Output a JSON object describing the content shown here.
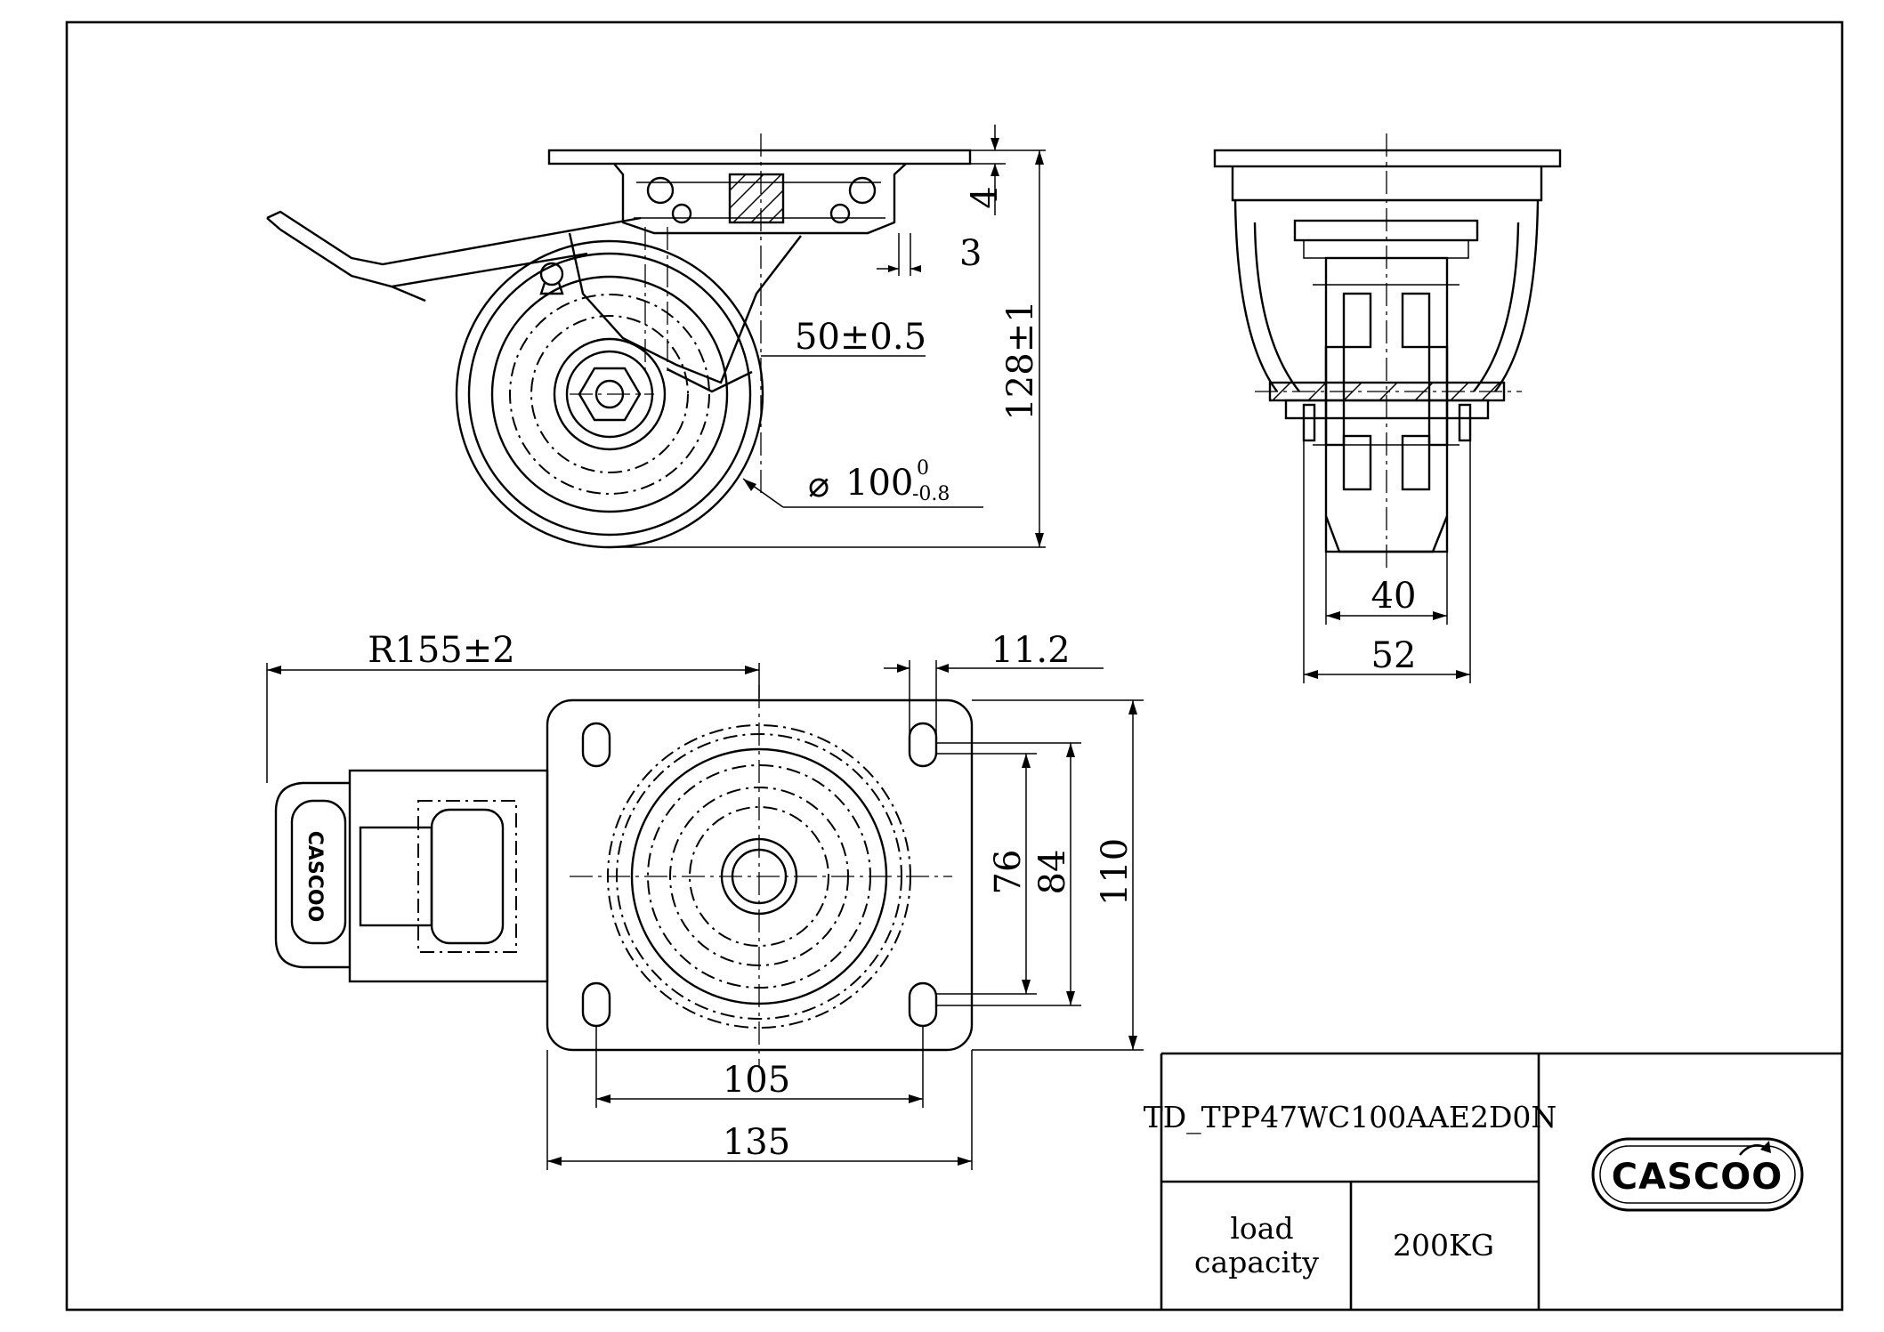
{
  "dimensions": {
    "plate_thickness": "4",
    "raceway_gap": "3",
    "offset": "50±0.5",
    "height": "128±1",
    "wheel_diameter_main": "100",
    "tol_upper": "0",
    "tol_lower": "-0.8",
    "wheel_width": "40",
    "overall_width": "52",
    "swivel_radius": "R155±2",
    "hole_slot": "11.2",
    "hole_spacing_short": "76",
    "hole_spacing_short_outer": "84",
    "plate_width": "110",
    "hole_spacing_long": "105",
    "plate_length": "135"
  },
  "title_block": {
    "part_number": "TD_TPP47WC100AAE2D0N",
    "load_label_line1": "load",
    "load_label_line2": "capacity",
    "load_value": "200KG",
    "logo_text": "CASCOO"
  }
}
